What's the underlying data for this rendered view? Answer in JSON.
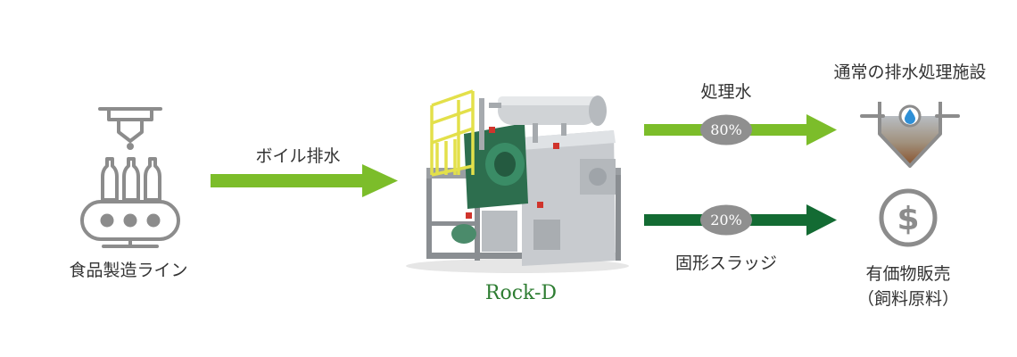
{
  "source": {
    "label": "食品製造ライン",
    "icon": "food-production-line-icon"
  },
  "input_flow": {
    "label": "ボイル排水",
    "color": "#7cbd2a"
  },
  "machine": {
    "name": "Rock-D",
    "icon": "rock-d-machine-illustration",
    "name_color": "#2e7d32"
  },
  "outputs": [
    {
      "flow_label": "処理水",
      "percent": "80%",
      "percent_value": 80,
      "arrow_color": "#7cbd2a",
      "destination": "通常の排水処理施設",
      "destination_icon": "wastewater-treatment-tank-icon"
    },
    {
      "flow_label": "固形スラッジ",
      "percent": "20%",
      "percent_value": 20,
      "arrow_color": "#136b33",
      "destination": "有価物販売",
      "destination_sub": "（飼料原料）",
      "destination_icon": "dollar-coin-icon"
    }
  ],
  "colors": {
    "icon_gray": "#8c8c8c",
    "badge_gray": "#8f8f8f"
  }
}
